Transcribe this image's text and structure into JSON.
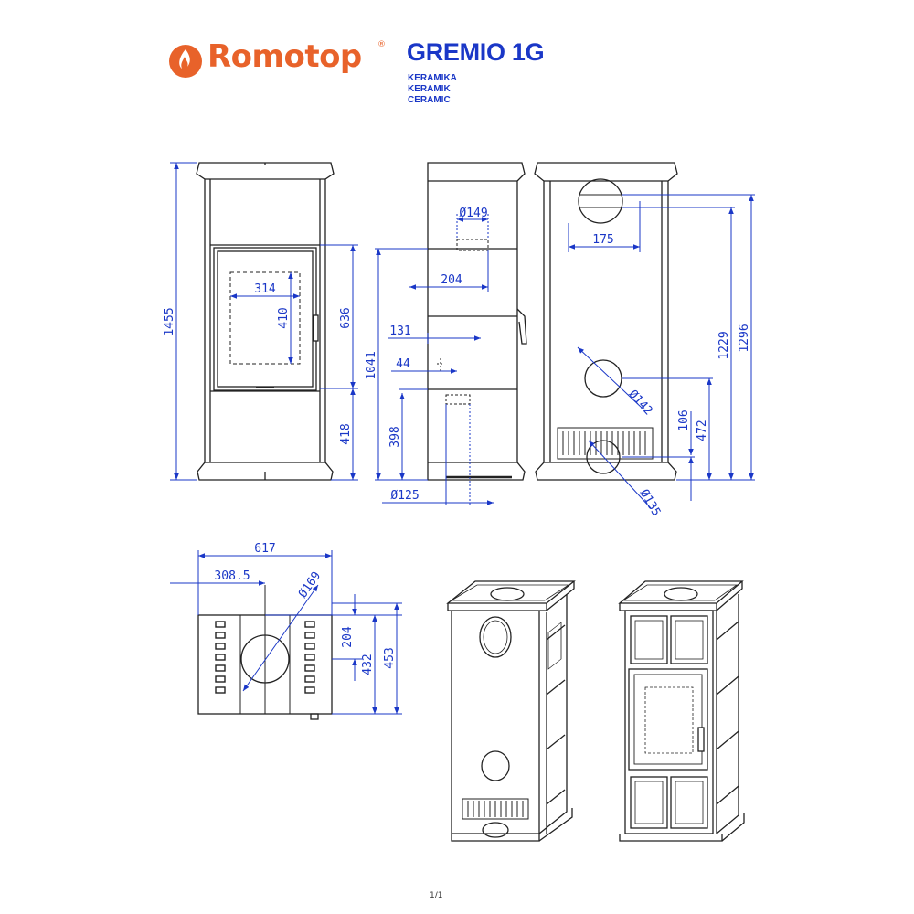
{
  "brand": {
    "name": "Romotop",
    "registered": "®",
    "color": "#e8622a"
  },
  "model": {
    "name": "GREMIO 1G",
    "color": "#1a37c7"
  },
  "material": [
    "KERAMIKA",
    "KERAMIK",
    "CERAMIC"
  ],
  "colors": {
    "line": "#222222",
    "dimension": "#1a37c7"
  },
  "dims": {
    "height_total": "1455",
    "door_height": "636",
    "door_bottom": "418",
    "glass_width": "314",
    "glass_height": "410",
    "side_diameter_top": "Ø149",
    "side_offset_204": "204",
    "side_height_1041": "1041",
    "side_131": "131",
    "side_44": "44",
    "side_398": "398",
    "side_diameter_bottom": "Ø125",
    "back_175": "175",
    "back_diameter_142": "Ø142",
    "back_diameter_135": "Ø135",
    "back_106": "106",
    "back_472": "472",
    "back_1229": "1229",
    "back_1296": "1296",
    "top_width": "617",
    "top_half": "308.5",
    "top_diameter": "Ø169",
    "top_204": "204",
    "top_432": "432",
    "top_453": "453"
  },
  "page": "1/1"
}
